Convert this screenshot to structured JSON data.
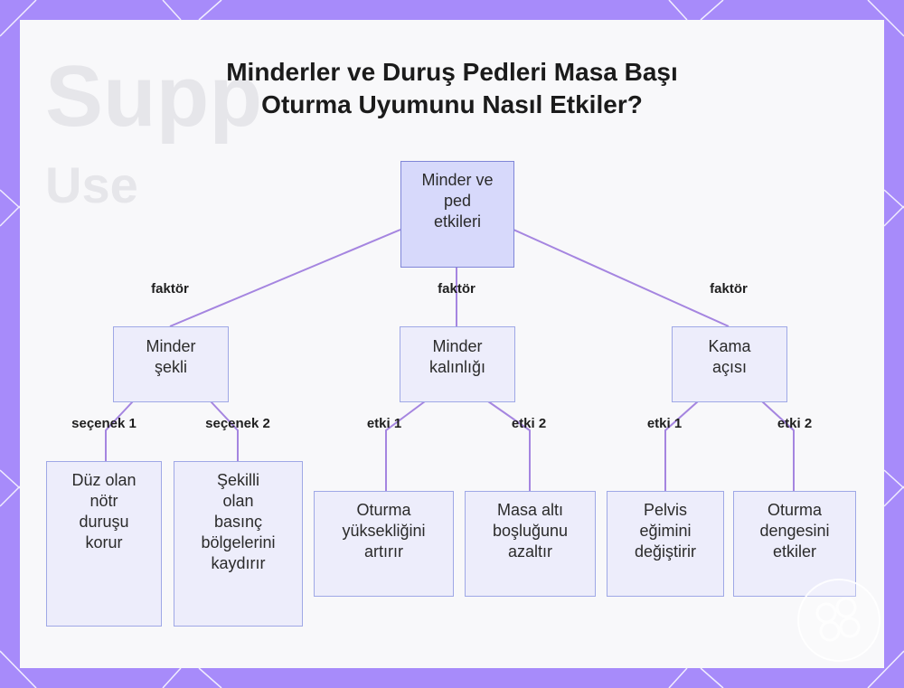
{
  "title": {
    "line1": "Minderler ve Duruş Pedleri Masa Başı",
    "line2": "Oturma Uyumunu Nasıl Etkiler?"
  },
  "nodes": {
    "root": "Minder ve\nped\netkileri",
    "shape": "Minder\nşekli",
    "thickness": "Minder\nkalınlığı",
    "wedge": "Kama\naçısı",
    "flat": "Düz olan\nnötr\nduruşu\nkorur",
    "shaped": "Şekilli\nolan\nbasınç\nbölgelerini\nkaydırır",
    "seat_height": "Oturma\nyüksekliğini\nartırır",
    "desk_space": "Masa altı\nboşluğunu\nazaltır",
    "pelvis": "Pelvis\neğimini\ndeğiştirir",
    "balance": "Oturma\ndengesini\netkiler"
  },
  "edge_labels": {
    "factor_left": "faktör",
    "factor_mid": "faktör",
    "factor_right": "faktör",
    "option1": "seçenek 1",
    "option2": "seçenek 2",
    "effect1_mid": "etki 1",
    "effect2_mid": "etki 2",
    "effect1_right": "etki 1",
    "effect2_right": "etki 2"
  },
  "background": {
    "ghost_word1": "Supp",
    "ghost_word2": "Use"
  },
  "colors": {
    "frame": "#a78bfa",
    "edge": "#a585e0",
    "node_fill": "#ededfb",
    "node_border": "#9fa8e6",
    "root_fill": "#d7d9fb"
  }
}
